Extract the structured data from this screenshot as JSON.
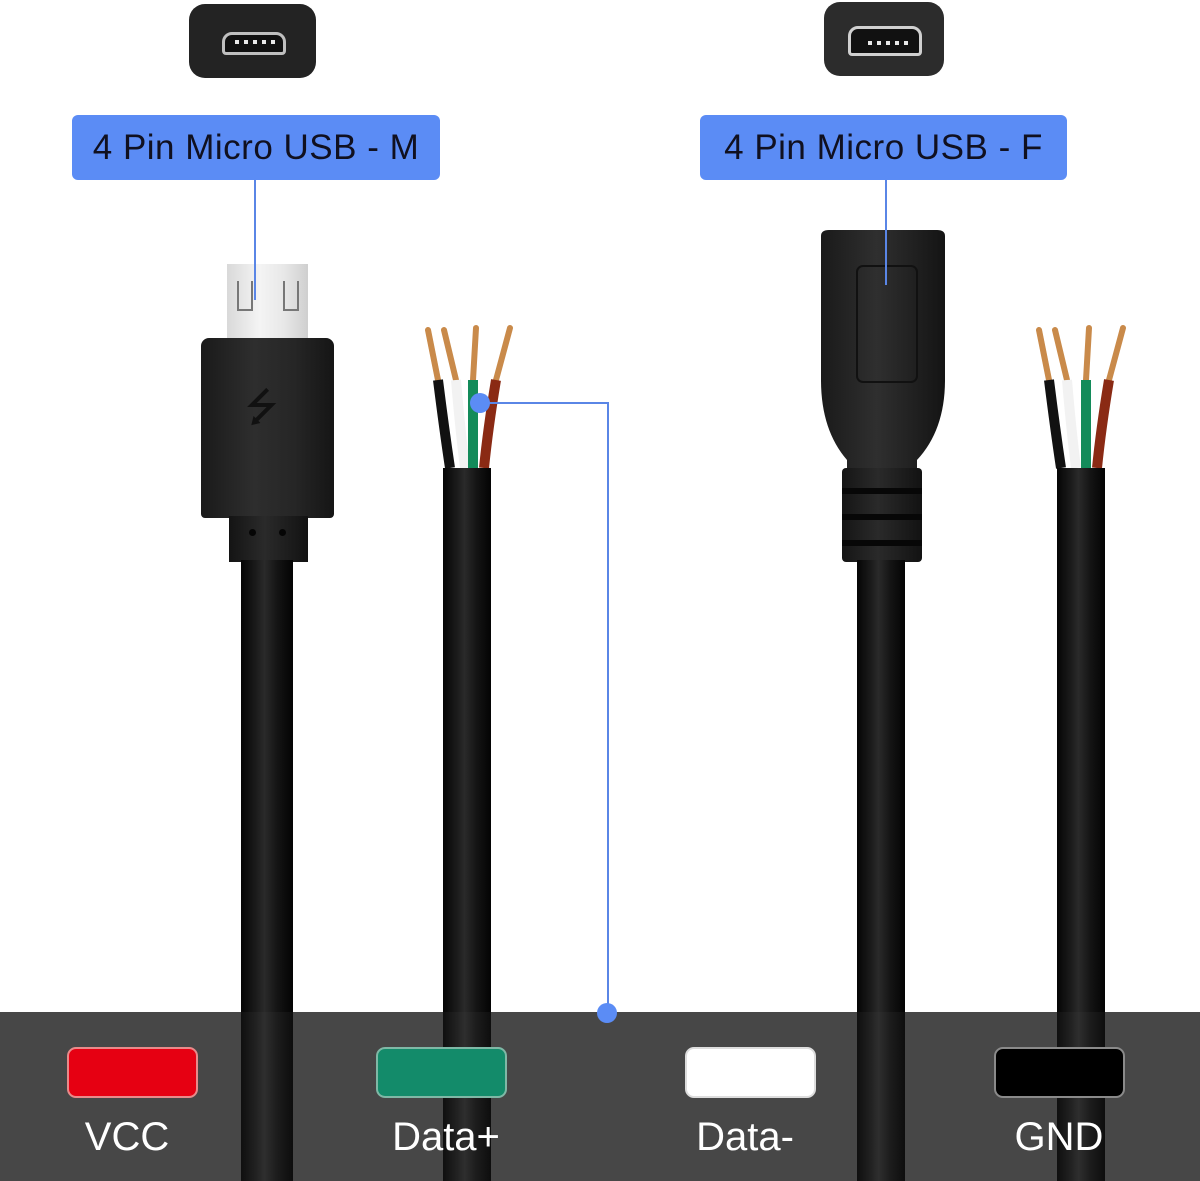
{
  "connectors": {
    "male": {
      "label": "4 Pin Micro USB - M",
      "icon": "micro-usb-male-plug-icon"
    },
    "female": {
      "label": "4 Pin Micro USB - F",
      "icon": "micro-usb-female-port-icon"
    }
  },
  "wire_colors_visible": [
    "black",
    "white",
    "green",
    "red"
  ],
  "legend": {
    "items": [
      {
        "label": "VCC",
        "color": "#e60012"
      },
      {
        "label": "Data+",
        "color": "#138b6a"
      },
      {
        "label": "Data-",
        "color": "#ffffff"
      },
      {
        "label": "GND",
        "color": "#000000"
      }
    ]
  },
  "colors": {
    "accent": "#5b8cf5",
    "legend_background": "#474747",
    "label_text": "#101020"
  }
}
